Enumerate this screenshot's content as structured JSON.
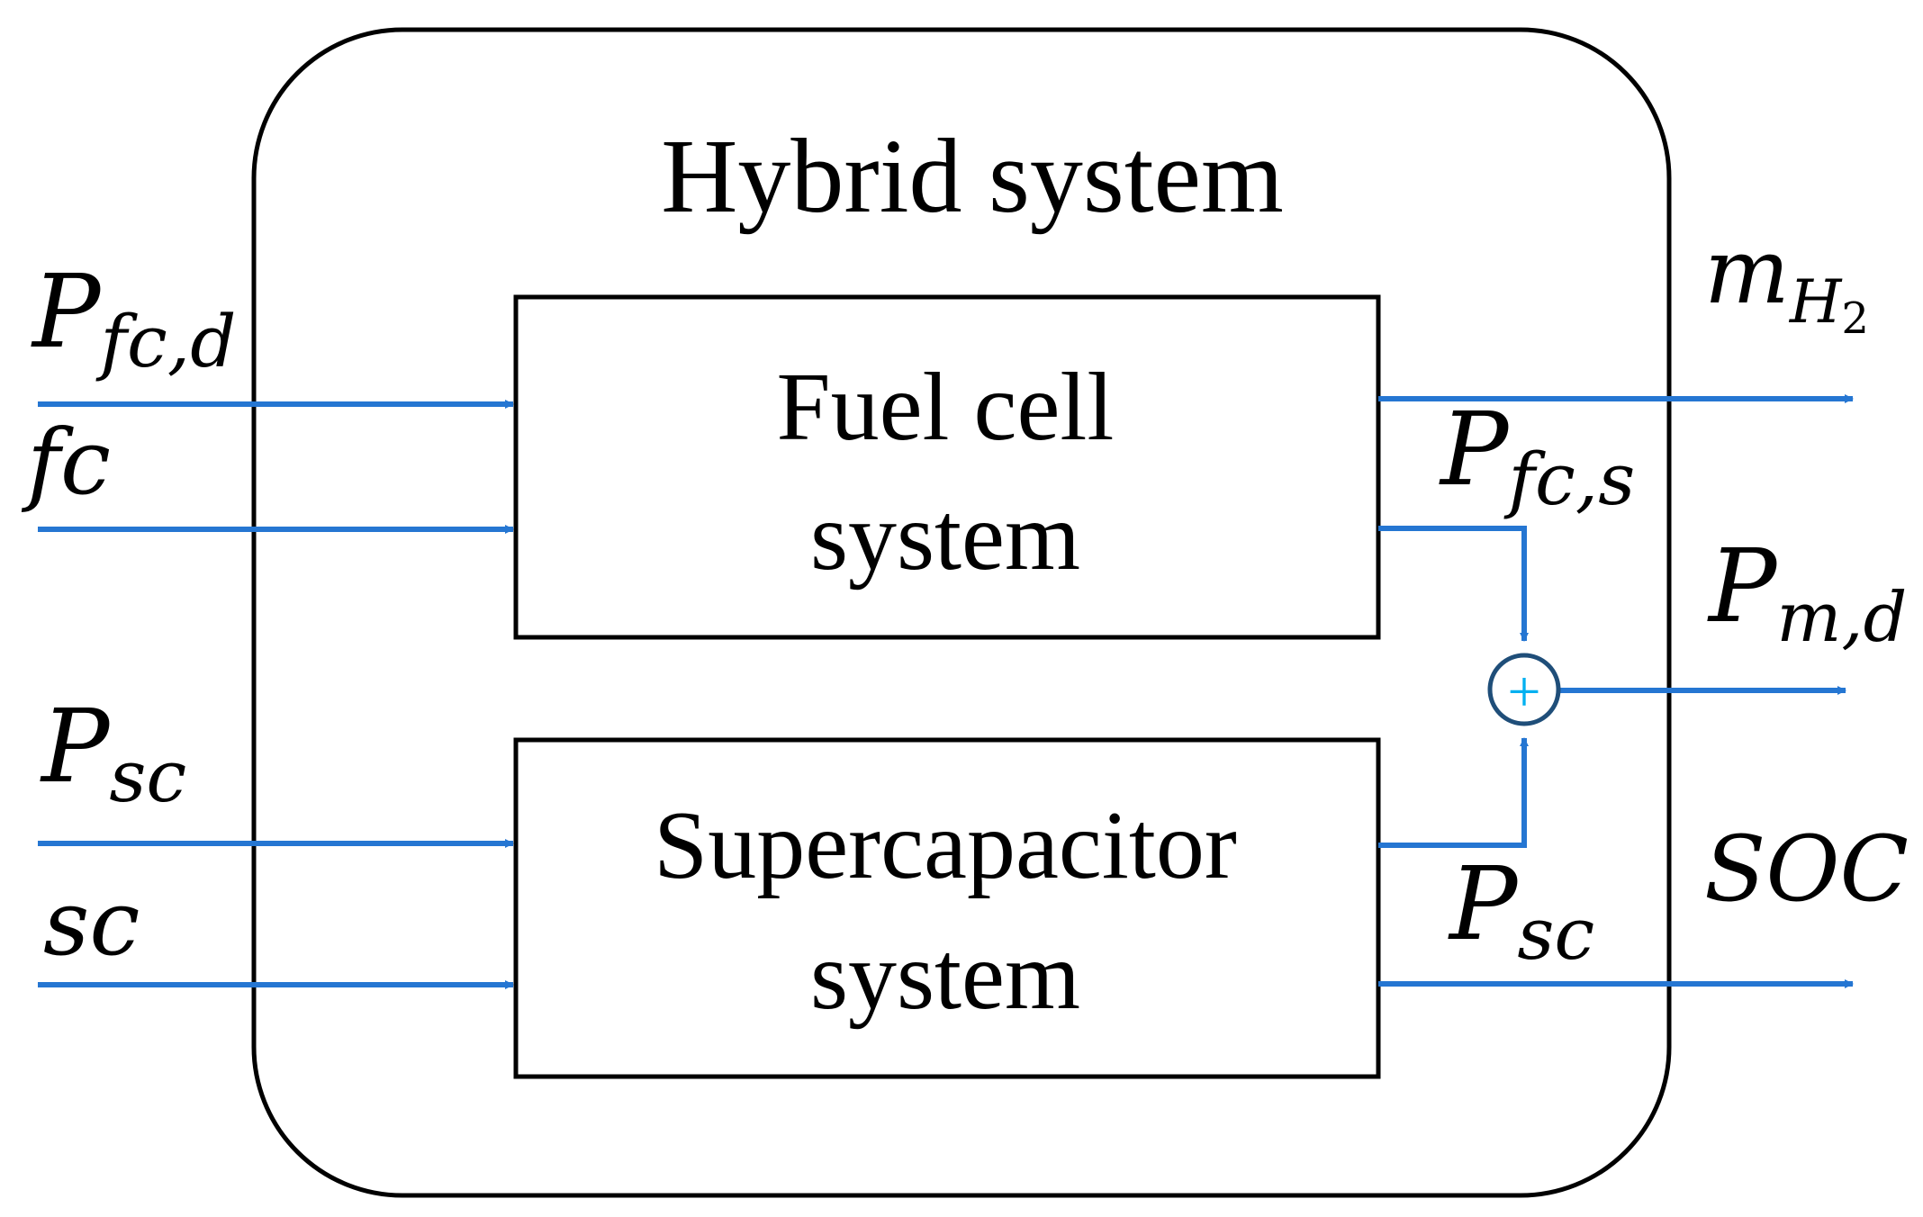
{
  "title": "Hybrid system",
  "blocks": {
    "fuel_cell": {
      "line1": "Fuel cell",
      "line2": "system"
    },
    "supercap": {
      "line1": "Supercapacitor",
      "line2": "system"
    }
  },
  "inputs": {
    "pfcd": {
      "base": "P",
      "sub": "fc,d"
    },
    "fc": {
      "text": "fc"
    },
    "psc": {
      "base": "P",
      "sub": "sc"
    },
    "sc": {
      "text": "sc"
    }
  },
  "internal": {
    "pfcs": {
      "base": "P",
      "sub": "fc,s"
    },
    "psc": {
      "base": "P",
      "sub": "sc"
    },
    "sum_symbol": "+"
  },
  "outputs": {
    "mh2": {
      "base": "m",
      "sub": "H",
      "subsub": "2"
    },
    "pmd": {
      "base": "P",
      "sub": "m,d"
    },
    "soc": {
      "text": "SOC"
    }
  },
  "colors": {
    "arrow": "#2576D2",
    "stroke": "#000000",
    "sum_circle": "#1F4E79",
    "sum_plus": "#00B0F0",
    "background": "#FFFFFF"
  }
}
